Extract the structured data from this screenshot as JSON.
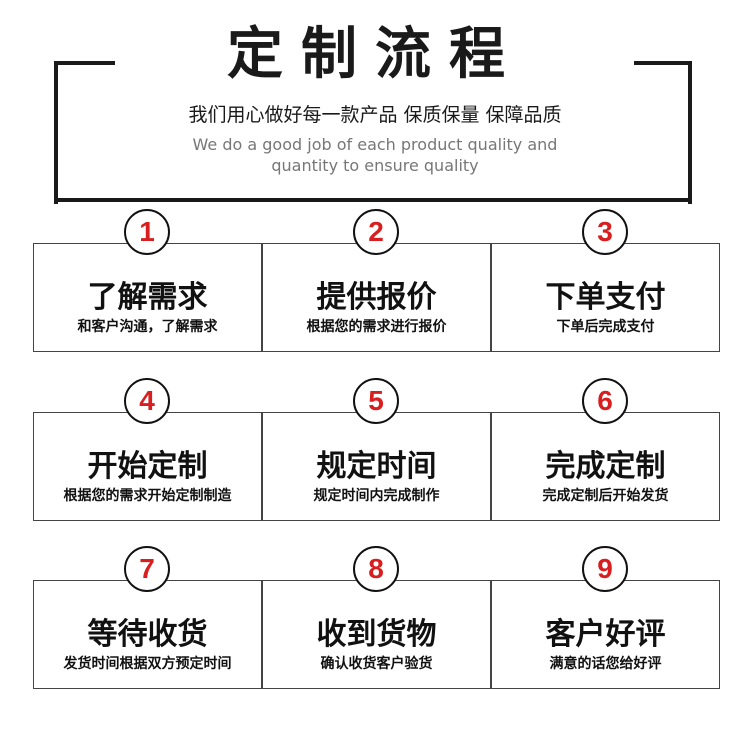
{
  "header": {
    "title": "定制流程",
    "subtitle": "我们用心做好每一款产品 保质保量 保障品质",
    "english_line1": "We do a good job of each product quality and",
    "english_line2": "quantity to ensure quality"
  },
  "steps": [
    {
      "num": "1",
      "title": "了解需求",
      "desc": "和客户沟通，了解需求"
    },
    {
      "num": "2",
      "title": "提供报价",
      "desc": "根据您的需求进行报价"
    },
    {
      "num": "3",
      "title": "下单支付",
      "desc": "下单后完成支付"
    },
    {
      "num": "4",
      "title": "开始定制",
      "desc": "根据您的需求开始定制制造"
    },
    {
      "num": "5",
      "title": "规定时间",
      "desc": "规定时间内完成制作"
    },
    {
      "num": "6",
      "title": "完成定制",
      "desc": "完成定制后开始发货"
    },
    {
      "num": "7",
      "title": "等待收货",
      "desc": "发货时间根据双方预定时间"
    },
    {
      "num": "8",
      "title": "收到货物",
      "desc": "确认收货客户验货"
    },
    {
      "num": "9",
      "title": "客户好评",
      "desc": "满意的话您给好评"
    }
  ],
  "colors": {
    "accent": "#d81e1e",
    "line": "#1a1a1a"
  }
}
